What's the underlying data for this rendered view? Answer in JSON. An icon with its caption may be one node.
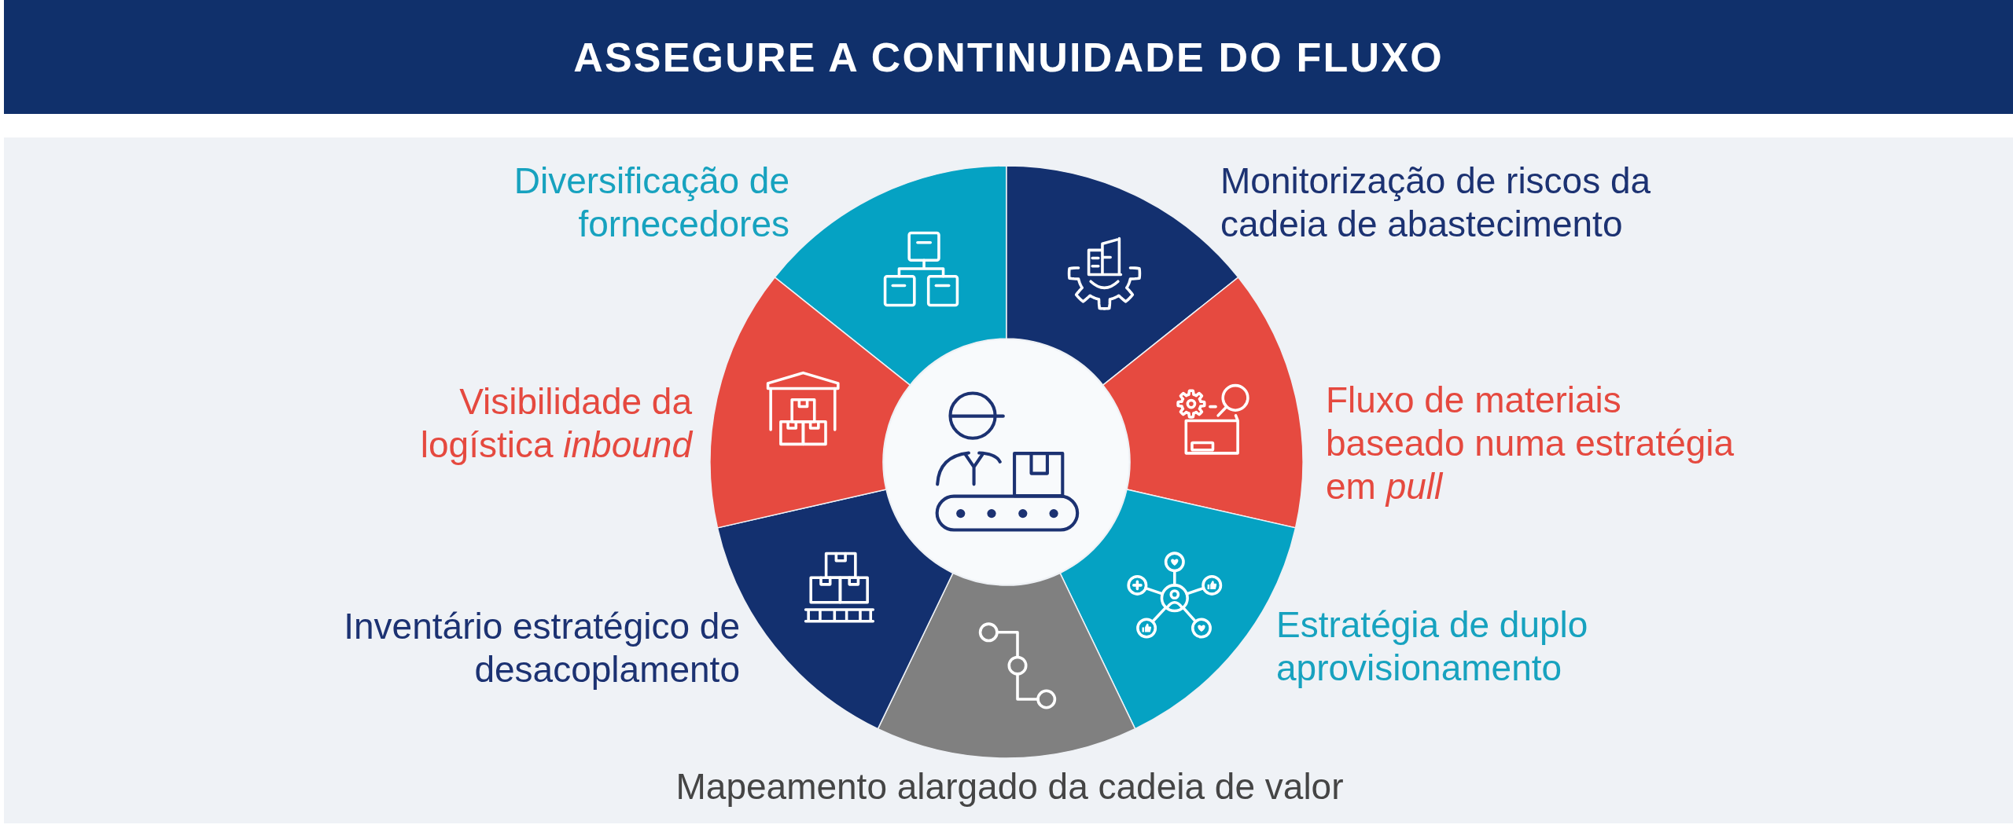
{
  "diagram": {
    "title": "ASSEGURE A CONTINUIDADE DO FLUXO",
    "nodes": [
      {
        "text": [],
        "shape": "wedge",
        "beside": [
          "Diversificação de fornecedores"
        ]
      },
      {
        "text": [],
        "shape": "wedge",
        "beside": [
          "Monitorização de riscos da cadeia de abastecimento"
        ]
      },
      {
        "text": [],
        "shape": "wedge",
        "beside": [
          "Fluxo de materiais baseado numa estratégia em *pull*"
        ]
      },
      {
        "text": [],
        "shape": "wedge",
        "beside": [
          "Estratégia de duplo aprovisionamento"
        ]
      },
      {
        "text": [],
        "shape": "wedge",
        "beside": [
          "Mapeamento alargado da cadeia de valor"
        ]
      },
      {
        "text": [],
        "shape": "wedge",
        "beside": [
          "Inventário estratégico de desacoplamento"
        ]
      },
      {
        "text": [],
        "shape": "wedge",
        "beside": [
          "Visibilidade da logística *inbound*"
        ]
      },
      {
        "text": [],
        "shape": "circle"
      }
    ]
  }
}
